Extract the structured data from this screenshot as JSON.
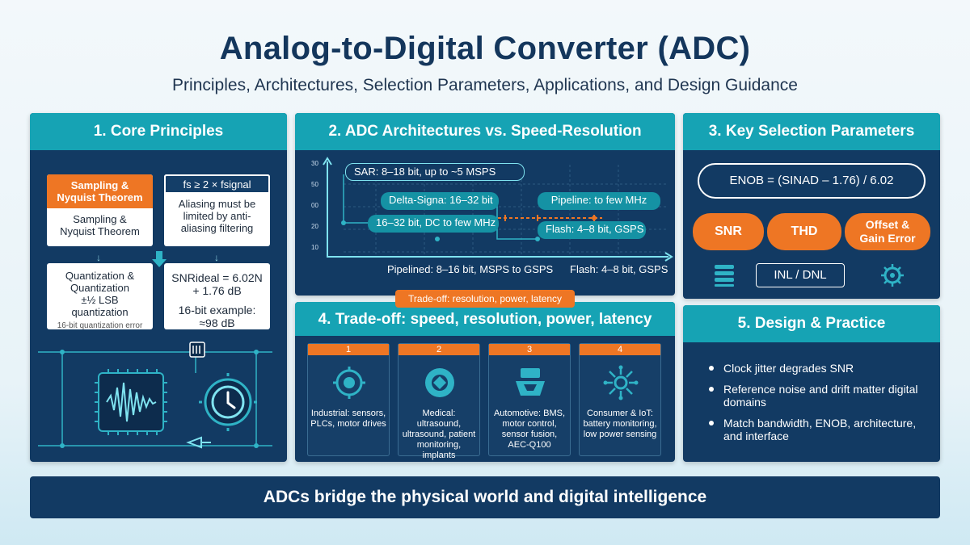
{
  "header": {
    "title": "Analog-to-Digital Converter (ADC)",
    "subtitle": "Principles, Architectures, Selection Parameters, Applications, and Design Guidance"
  },
  "panel1": {
    "title": "1. Core Principles",
    "card_sampling_head": "Sampling & Nyquist Theorem",
    "card_sampling_body": "Sampling & Nyquist Theorem",
    "card_nyquist_head": "fs ≥ 2 × fsignal",
    "card_nyquist_body": "Aliasing must be limited by anti-aliasing filtering",
    "card_quant_line1": "Quantization & Quantization",
    "card_quant_line2": "±½ LSB quantization",
    "card_quant_line3": "16-bit quantization error",
    "card_snr_line1": "SNRideal = 6.02N + 1.76 dB",
    "card_snr_line2": "16-bit example: ≈98 dB",
    "icons": [
      "waveform-chip-icon",
      "clock-icon",
      "sensor-icon",
      "signal-icon"
    ]
  },
  "panel2": {
    "title": "2. ADC Architectures vs. Speed-Resolution",
    "y_ticks": [
      "30",
      "50",
      "00",
      "20",
      "10"
    ],
    "labels": {
      "sar": "SAR: 8–18 bit, up to ~5 MSPS",
      "delta_sigma": "Delta-Signa: 16–32 bit",
      "pipeline_few": "Pipeline: to few MHz",
      "ds_dc": "16–32 bit, DC to few MHz",
      "flash_chart": "Flash: 4–8 bit, GSPS",
      "pipelined_axis": "Pipelined: 8–16 bit, MSPS to GSPS",
      "flash_axis": "Flash: 4–8 bit, GSPS"
    }
  },
  "panel3": {
    "title": "3. Key Selection Parameters",
    "formula": "ENOB = (SINAD – 1.76) / 6.02",
    "pills": [
      "SNR",
      "THD",
      "Offset & Gain Error"
    ],
    "inl_dnl": "INL / DNL"
  },
  "panel4": {
    "badge": "Trade-off: resolution, power, latency",
    "title": "4. Trade-off: speed, resolution, power, latency",
    "apps": [
      {
        "num": "1",
        "text": "Industrial: sensors, PLCs, motor drives",
        "icon": "industrial-gear-icon"
      },
      {
        "num": "2",
        "text": "Medical: ultrasound, ultrasound, patient monitoring, implants",
        "icon": "medical-eye-icon"
      },
      {
        "num": "3",
        "text": "Automotive: BMS, motor control, sensor fusion, AEC-Q100",
        "icon": "automotive-icon"
      },
      {
        "num": "4",
        "text": "Consumer & IoT: battery monitoring, low power sensing",
        "icon": "iot-hub-icon"
      }
    ]
  },
  "panel5": {
    "title": "5. Design & Practice",
    "bullets": [
      "Clock jitter degrades SNR",
      "Reference noise and drift matter digital domains",
      "Match bandwidth, ENOB, architecture, and interface"
    ]
  },
  "footer": {
    "text": "ADCs bridge the physical world and digital intelligence"
  },
  "colors": {
    "panel_bg": "#123a63",
    "panel_head": "#16a3b4",
    "accent_orange": "#ee7624",
    "title_navy": "#14365c"
  }
}
